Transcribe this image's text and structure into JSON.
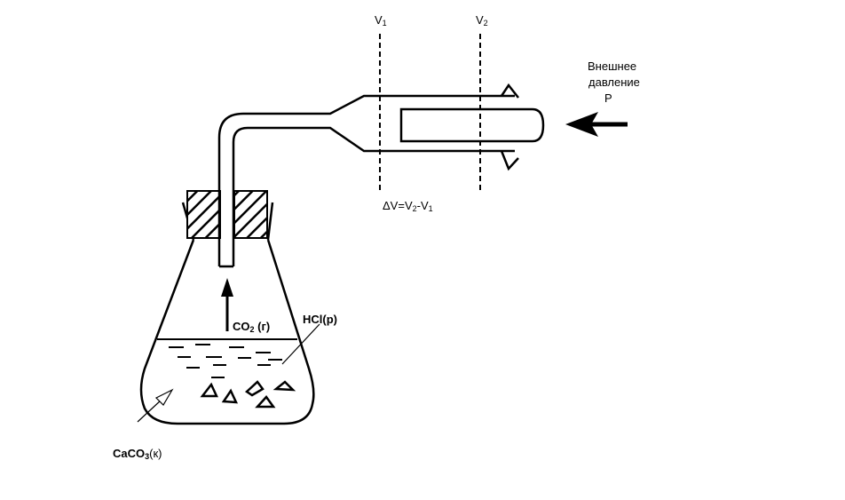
{
  "labels": {
    "v1": "V",
    "v1_sub": "1",
    "v2": "V",
    "v2_sub": "2",
    "external_pressure_line1": "Внешнее",
    "external_pressure_line2": "давление",
    "external_pressure_symbol": "P",
    "delta_v_main": "ΔV=V",
    "delta_v_sub1": "2",
    "delta_v_mid": "-V",
    "delta_v_sub2": "1",
    "co2": "CO",
    "co2_sub": "2",
    "co2_state": " (г)",
    "hcl": "HCl(р)",
    "caco3": "CaCO",
    "caco3_sub": "3",
    "caco3_state": "(к)"
  },
  "colors": {
    "ink": "#000000",
    "background": "#ffffff"
  }
}
